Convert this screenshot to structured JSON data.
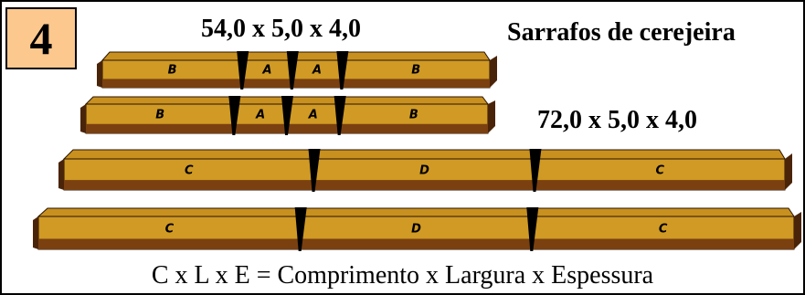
{
  "badge": "4",
  "title": "Sarrafos de cerejeira",
  "dimensions_top": "54,0 x 5,0 x 4,0",
  "dimensions_bottom": "72,0 x 5,0 x 4,0",
  "legend": "C x L x E = Comprimento x Largura x Espessura",
  "colors": {
    "wood_top": "#c8901e",
    "wood_face": "#d09a24",
    "wood_end": "#4a2408",
    "wood_bottom": "#7a4010",
    "cut_mark": "#000000",
    "badge_fill": "#fcc88e"
  },
  "planks": [
    {
      "name": "plank-54-a",
      "segments": [
        {
          "label": "B",
          "length": 14.6
        },
        {
          "label": "A",
          "length": 5.2
        },
        {
          "label": "A",
          "length": 5.2
        },
        {
          "label": "B",
          "length": 15.4
        }
      ]
    },
    {
      "name": "plank-54-b",
      "segments": [
        {
          "label": "B",
          "length": 15.2
        },
        {
          "label": "A",
          "length": 5.4
        },
        {
          "label": "A",
          "length": 5.4
        },
        {
          "label": "B",
          "length": 15.2
        }
      ]
    },
    {
      "name": "plank-72-a",
      "segments": [
        {
          "label": "C",
          "length": 26.0
        },
        {
          "label": "D",
          "length": 23.0
        },
        {
          "label": "C",
          "length": 26.0
        }
      ]
    },
    {
      "name": "plank-72-b",
      "segments": [
        {
          "label": "C",
          "length": 26.0
        },
        {
          "label": "D",
          "length": 23.0
        },
        {
          "label": "C",
          "length": 26.0
        }
      ]
    }
  ]
}
